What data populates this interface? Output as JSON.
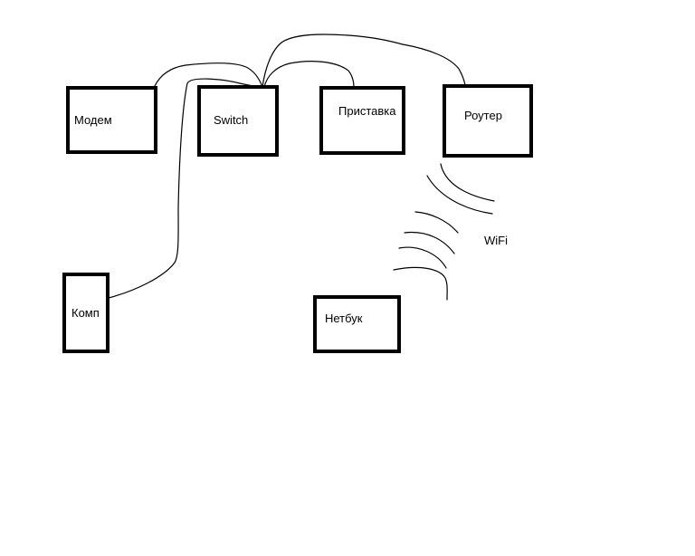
{
  "nodes": {
    "modem": "Модем",
    "switch": "Switch",
    "settop": "Приставка",
    "router": "Роутер",
    "pc": "Комп",
    "netbook": "Нетбук"
  },
  "links": {
    "wifi": "WiFi"
  },
  "colors": {
    "background": "#ffffff",
    "stroke": "#000000"
  }
}
